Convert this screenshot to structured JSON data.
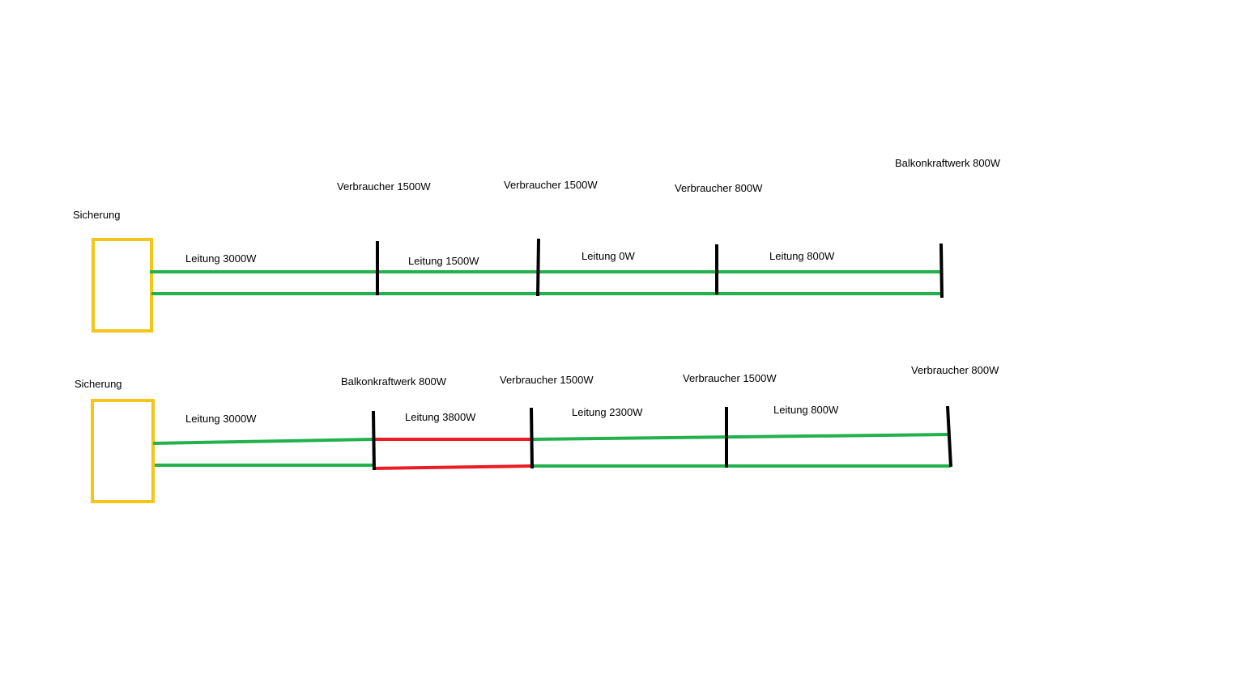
{
  "colors": {
    "fuse": "#f5c518",
    "line_ok": "#22b14c",
    "line_overload": "#ed1c24",
    "node": "#000000"
  },
  "diagram_top": {
    "fuse_label": "Sicherung",
    "node_labels": [
      "Verbraucher 1500W",
      "Verbraucher 1500W",
      "Verbraucher 800W",
      "Balkonkraftwerk 800W"
    ],
    "segment_labels": [
      "Leitung 3000W",
      "Leitung 1500W",
      "Leitung 0W",
      "Leitung 800W"
    ]
  },
  "diagram_bottom": {
    "fuse_label": "Sicherung",
    "node_labels": [
      "Balkonkraftwerk 800W",
      "Verbraucher 1500W",
      "Verbraucher 1500W",
      "Verbraucher 800W"
    ],
    "segment_labels": [
      "Leitung 3000W",
      "Leitung 3800W",
      "Leitung 2300W",
      "Leitung 800W"
    ]
  }
}
